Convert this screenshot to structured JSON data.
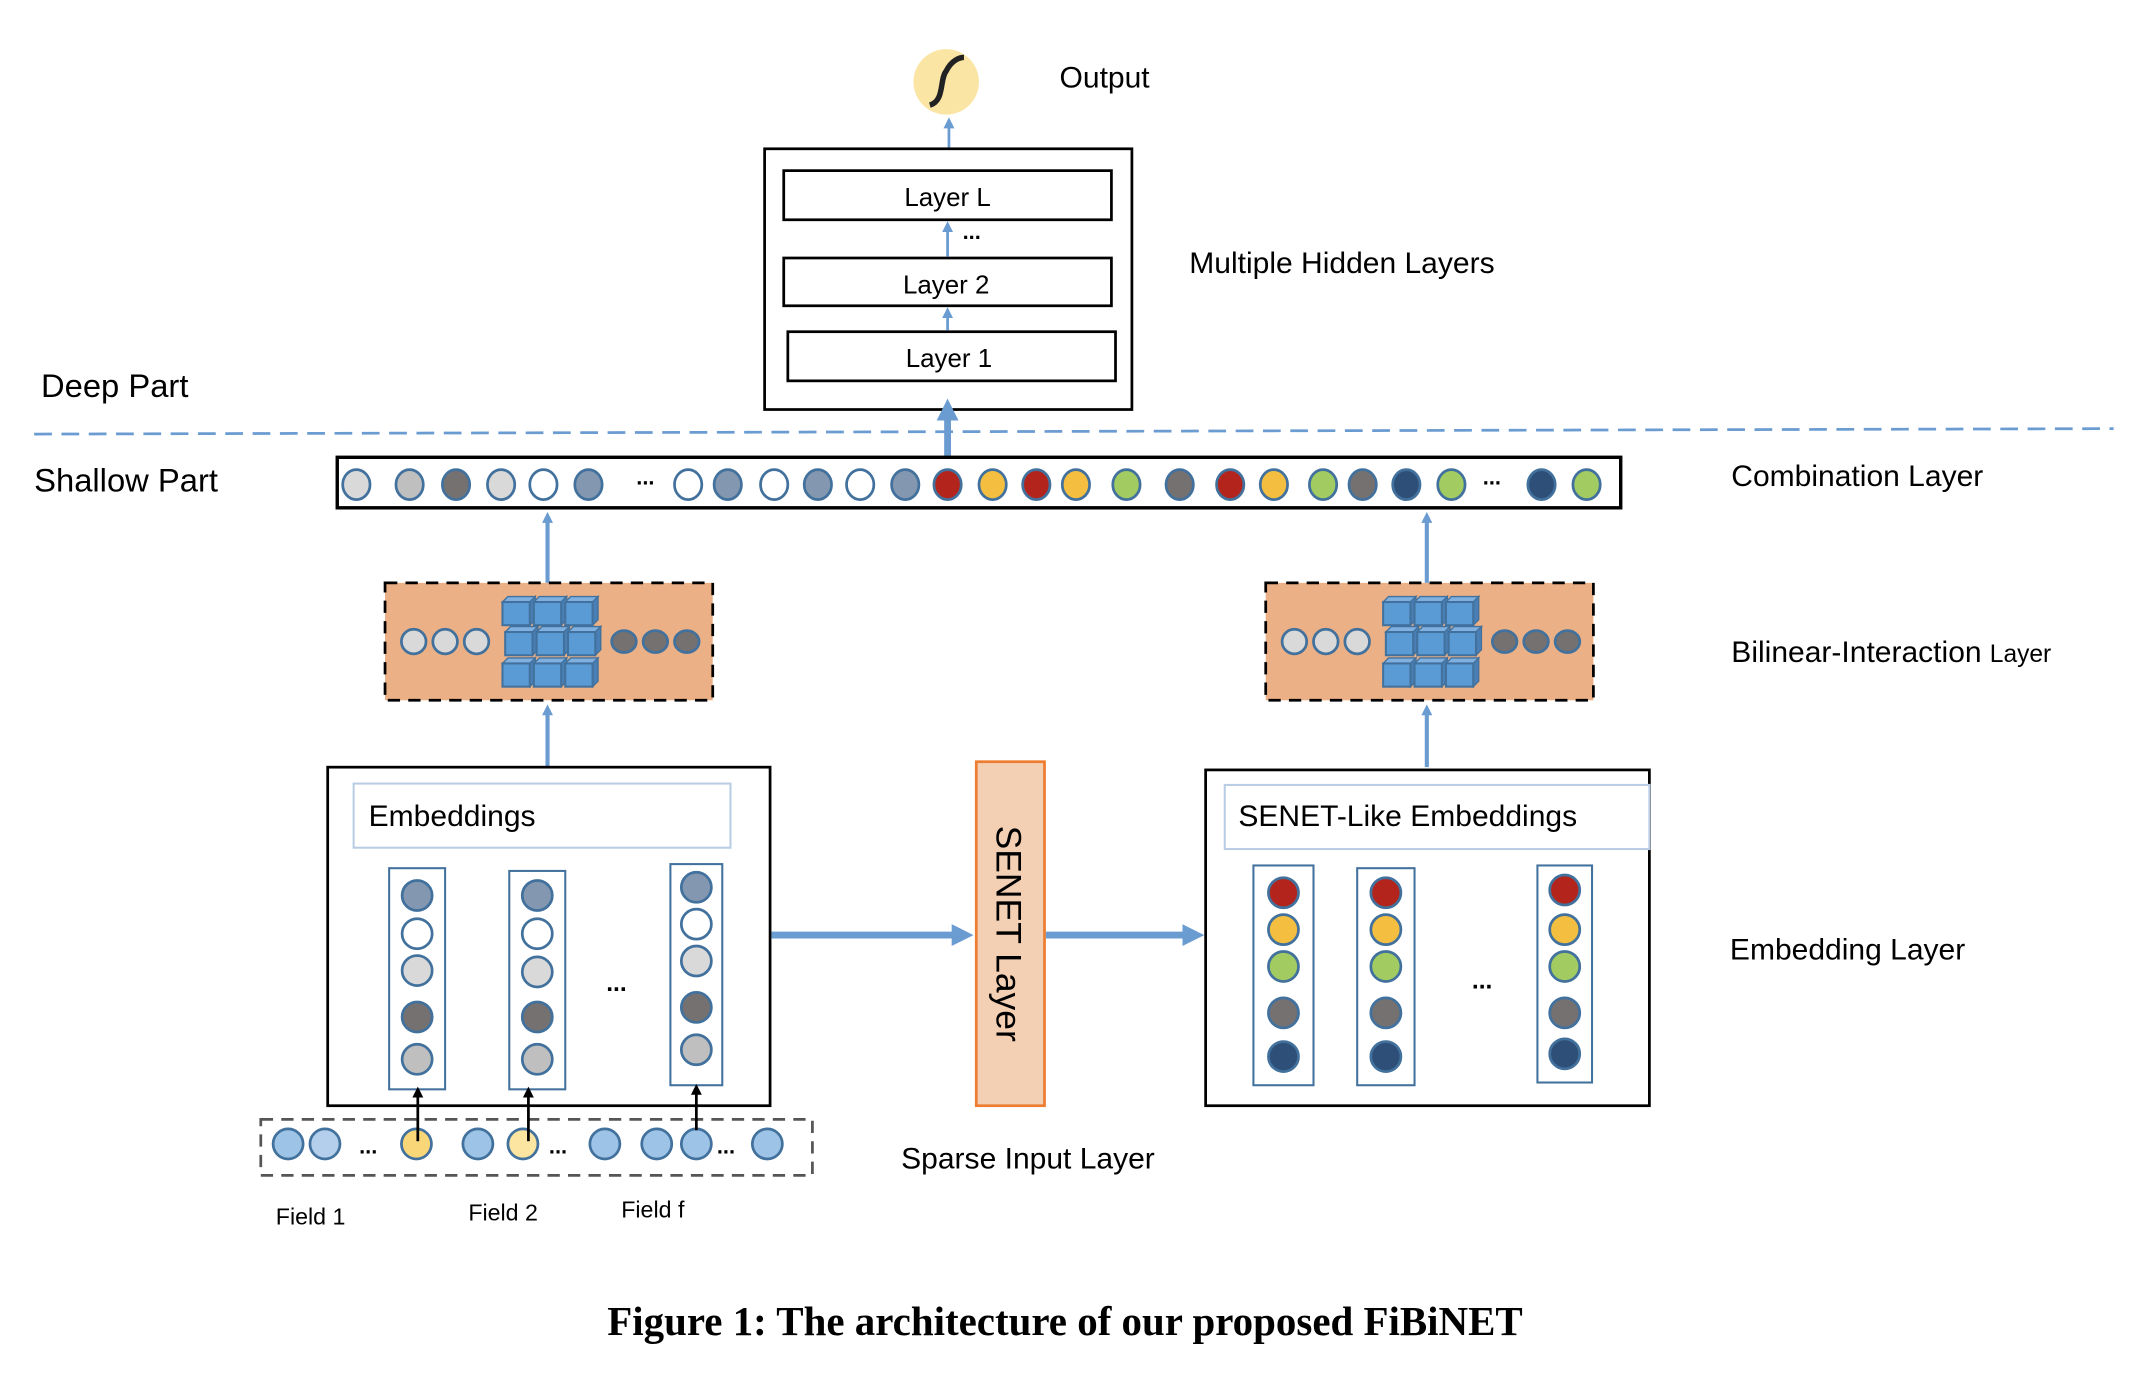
{
  "figure": {
    "caption": "Figure 1: The architecture of our proposed FiBiNET"
  },
  "labels": {
    "output": "Output",
    "hidden_layers": "Multiple Hidden Layers",
    "deep_part": "Deep Part",
    "shallow_part": "Shallow Part",
    "combination_layer": "Combination Layer",
    "bilinear_layer": "Bilinear-Interaction",
    "bilinear_layer_suffix": "Layer",
    "embedding_layer": "Embedding Layer",
    "sparse_input_layer": "Sparse Input Layer",
    "senet_layer": "SENET Layer",
    "embeddings": "Embeddings",
    "senet_embeddings": "SENET-Like Embeddings",
    "ellipsis": "...",
    "fields": [
      "Field 1",
      "Field 2",
      "Field f"
    ]
  },
  "hidden_layers": [
    "Layer L",
    "Layer 2",
    "Layer 1"
  ],
  "colors": {
    "arrow": "#6a9bd1",
    "node_stroke": "#41719c",
    "bilinear_fill": "#ebb085",
    "senet_fill": "#f3cfb3",
    "senet_stroke": "#ed7d31",
    "cube_fill": "#5b9bd5",
    "output_fill": "#fbe5a5",
    "sparse_fill": "#9dc3e6"
  },
  "palette": {
    "light": "#d9d9d9",
    "gray": "#bfbfbf",
    "dark": "#767171",
    "white": "#ffffff",
    "bluegray": "#8497b0",
    "red": "#b3251c",
    "yellow": "#f4bf41",
    "green": "#a2cc62",
    "navy": "#2e4f78",
    "sparse": "#9dc3e6",
    "sparse_faded": "#b4cfeb",
    "sparse_yellow": "#f9d778",
    "sparse_lightyellow": "#fbe5a1"
  },
  "combination_nodes_left": [
    "light",
    "gray",
    "dark",
    "light",
    "white",
    "bluegray"
  ],
  "combination_nodes_mid": [
    "white",
    "bluegray",
    "white",
    "bluegray",
    "white",
    "bluegray",
    "red",
    "yellow",
    "red",
    "yellow",
    "green",
    "dark",
    "red",
    "yellow",
    "green",
    "dark",
    "navy",
    "green"
  ],
  "combination_nodes_right": [
    "navy",
    "green"
  ],
  "embedding_column": [
    "bluegray",
    "white",
    "light",
    "dark",
    "gray"
  ],
  "senet_column": [
    "red",
    "yellow",
    "green",
    "dark",
    "navy"
  ],
  "sparse_nodes": [
    "sparse",
    "sparse_faded",
    "ellipsis",
    "sparse_yellow",
    "sparse",
    "sparse_lightyellow",
    "ellipsis",
    "sparse",
    "sparse",
    "sparse",
    "ellipsis",
    "sparse"
  ]
}
